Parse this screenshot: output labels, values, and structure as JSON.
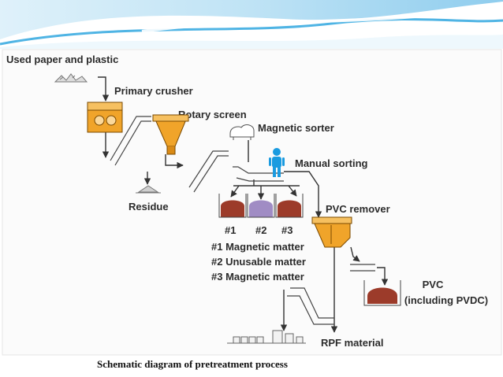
{
  "diagram": {
    "labels": {
      "input": "Used paper and plastic",
      "primary_crusher": "Primary crusher",
      "rotary_screen": "Rotary screen",
      "magnetic_sorter": "Magnetic sorter",
      "manual_sorting": "Manual sorting",
      "residue": "Residue",
      "pvc_remover": "PVC remover",
      "bin1": "#1",
      "bin2": "#2",
      "bin3": "#3",
      "legend1": "#1 Magnetic matter",
      "legend2": "#2 Unusable matter",
      "legend3": "#3 Magnetic matter",
      "pvc_line1": "PVC",
      "pvc_line2": "(including PVDC)",
      "rpf": "RPF material"
    },
    "colors": {
      "machine": "#f0a42a",
      "bin_brown": "#9c3b2a",
      "bin_purple": "#a08cc4",
      "worker": "#1a9be0",
      "header_blue": "#4fb4e4"
    }
  },
  "caption": "Schematic diagram of pretreatment process"
}
